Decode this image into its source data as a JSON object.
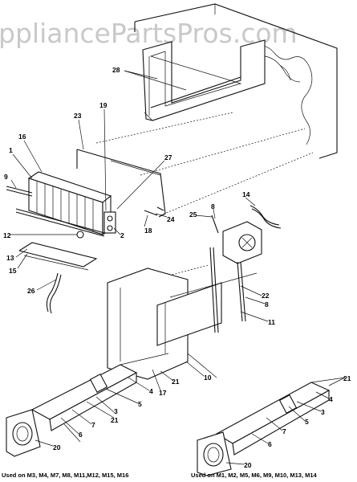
{
  "watermark": "ppliancePartsPros.com",
  "captions": {
    "left": "Used on M3, M4, M7, M8, M11,M12, M15, M16",
    "right": "Used on M1, M2, M5, M6, M9, M10, M13, M14"
  },
  "callouts": [
    {
      "id": "c28",
      "text": "28"
    },
    {
      "id": "c23",
      "text": "23"
    },
    {
      "id": "c19",
      "text": "19"
    },
    {
      "id": "c16",
      "text": "16"
    },
    {
      "id": "c27",
      "text": "27"
    },
    {
      "id": "c1",
      "text": "1"
    },
    {
      "id": "c9",
      "text": "9"
    },
    {
      "id": "c14",
      "text": "14"
    },
    {
      "id": "c25",
      "text": "25"
    },
    {
      "id": "c8a",
      "text": "8"
    },
    {
      "id": "c24",
      "text": "24"
    },
    {
      "id": "c18",
      "text": "18"
    },
    {
      "id": "c12",
      "text": "12"
    },
    {
      "id": "c2",
      "text": "2"
    },
    {
      "id": "c13",
      "text": "13"
    },
    {
      "id": "c15",
      "text": "15"
    },
    {
      "id": "c26",
      "text": "26"
    },
    {
      "id": "c22",
      "text": "22"
    },
    {
      "id": "c8b",
      "text": "8"
    },
    {
      "id": "c11",
      "text": "11"
    },
    {
      "id": "c10",
      "text": "10"
    },
    {
      "id": "c21a",
      "text": "21"
    },
    {
      "id": "c17",
      "text": "17"
    },
    {
      "id": "c4a",
      "text": "4"
    },
    {
      "id": "c5a",
      "text": "5"
    },
    {
      "id": "c3a",
      "text": "3"
    },
    {
      "id": "c21b",
      "text": "21"
    },
    {
      "id": "c7a",
      "text": "7"
    },
    {
      "id": "c6a",
      "text": "6"
    },
    {
      "id": "c20a",
      "text": "20"
    },
    {
      "id": "c21c",
      "text": "21"
    },
    {
      "id": "c4b",
      "text": "4"
    },
    {
      "id": "c3b",
      "text": "3"
    },
    {
      "id": "c5b",
      "text": "5"
    },
    {
      "id": "c7b",
      "text": "7"
    },
    {
      "id": "c6b",
      "text": "6"
    },
    {
      "id": "c20b",
      "text": "20"
    }
  ]
}
